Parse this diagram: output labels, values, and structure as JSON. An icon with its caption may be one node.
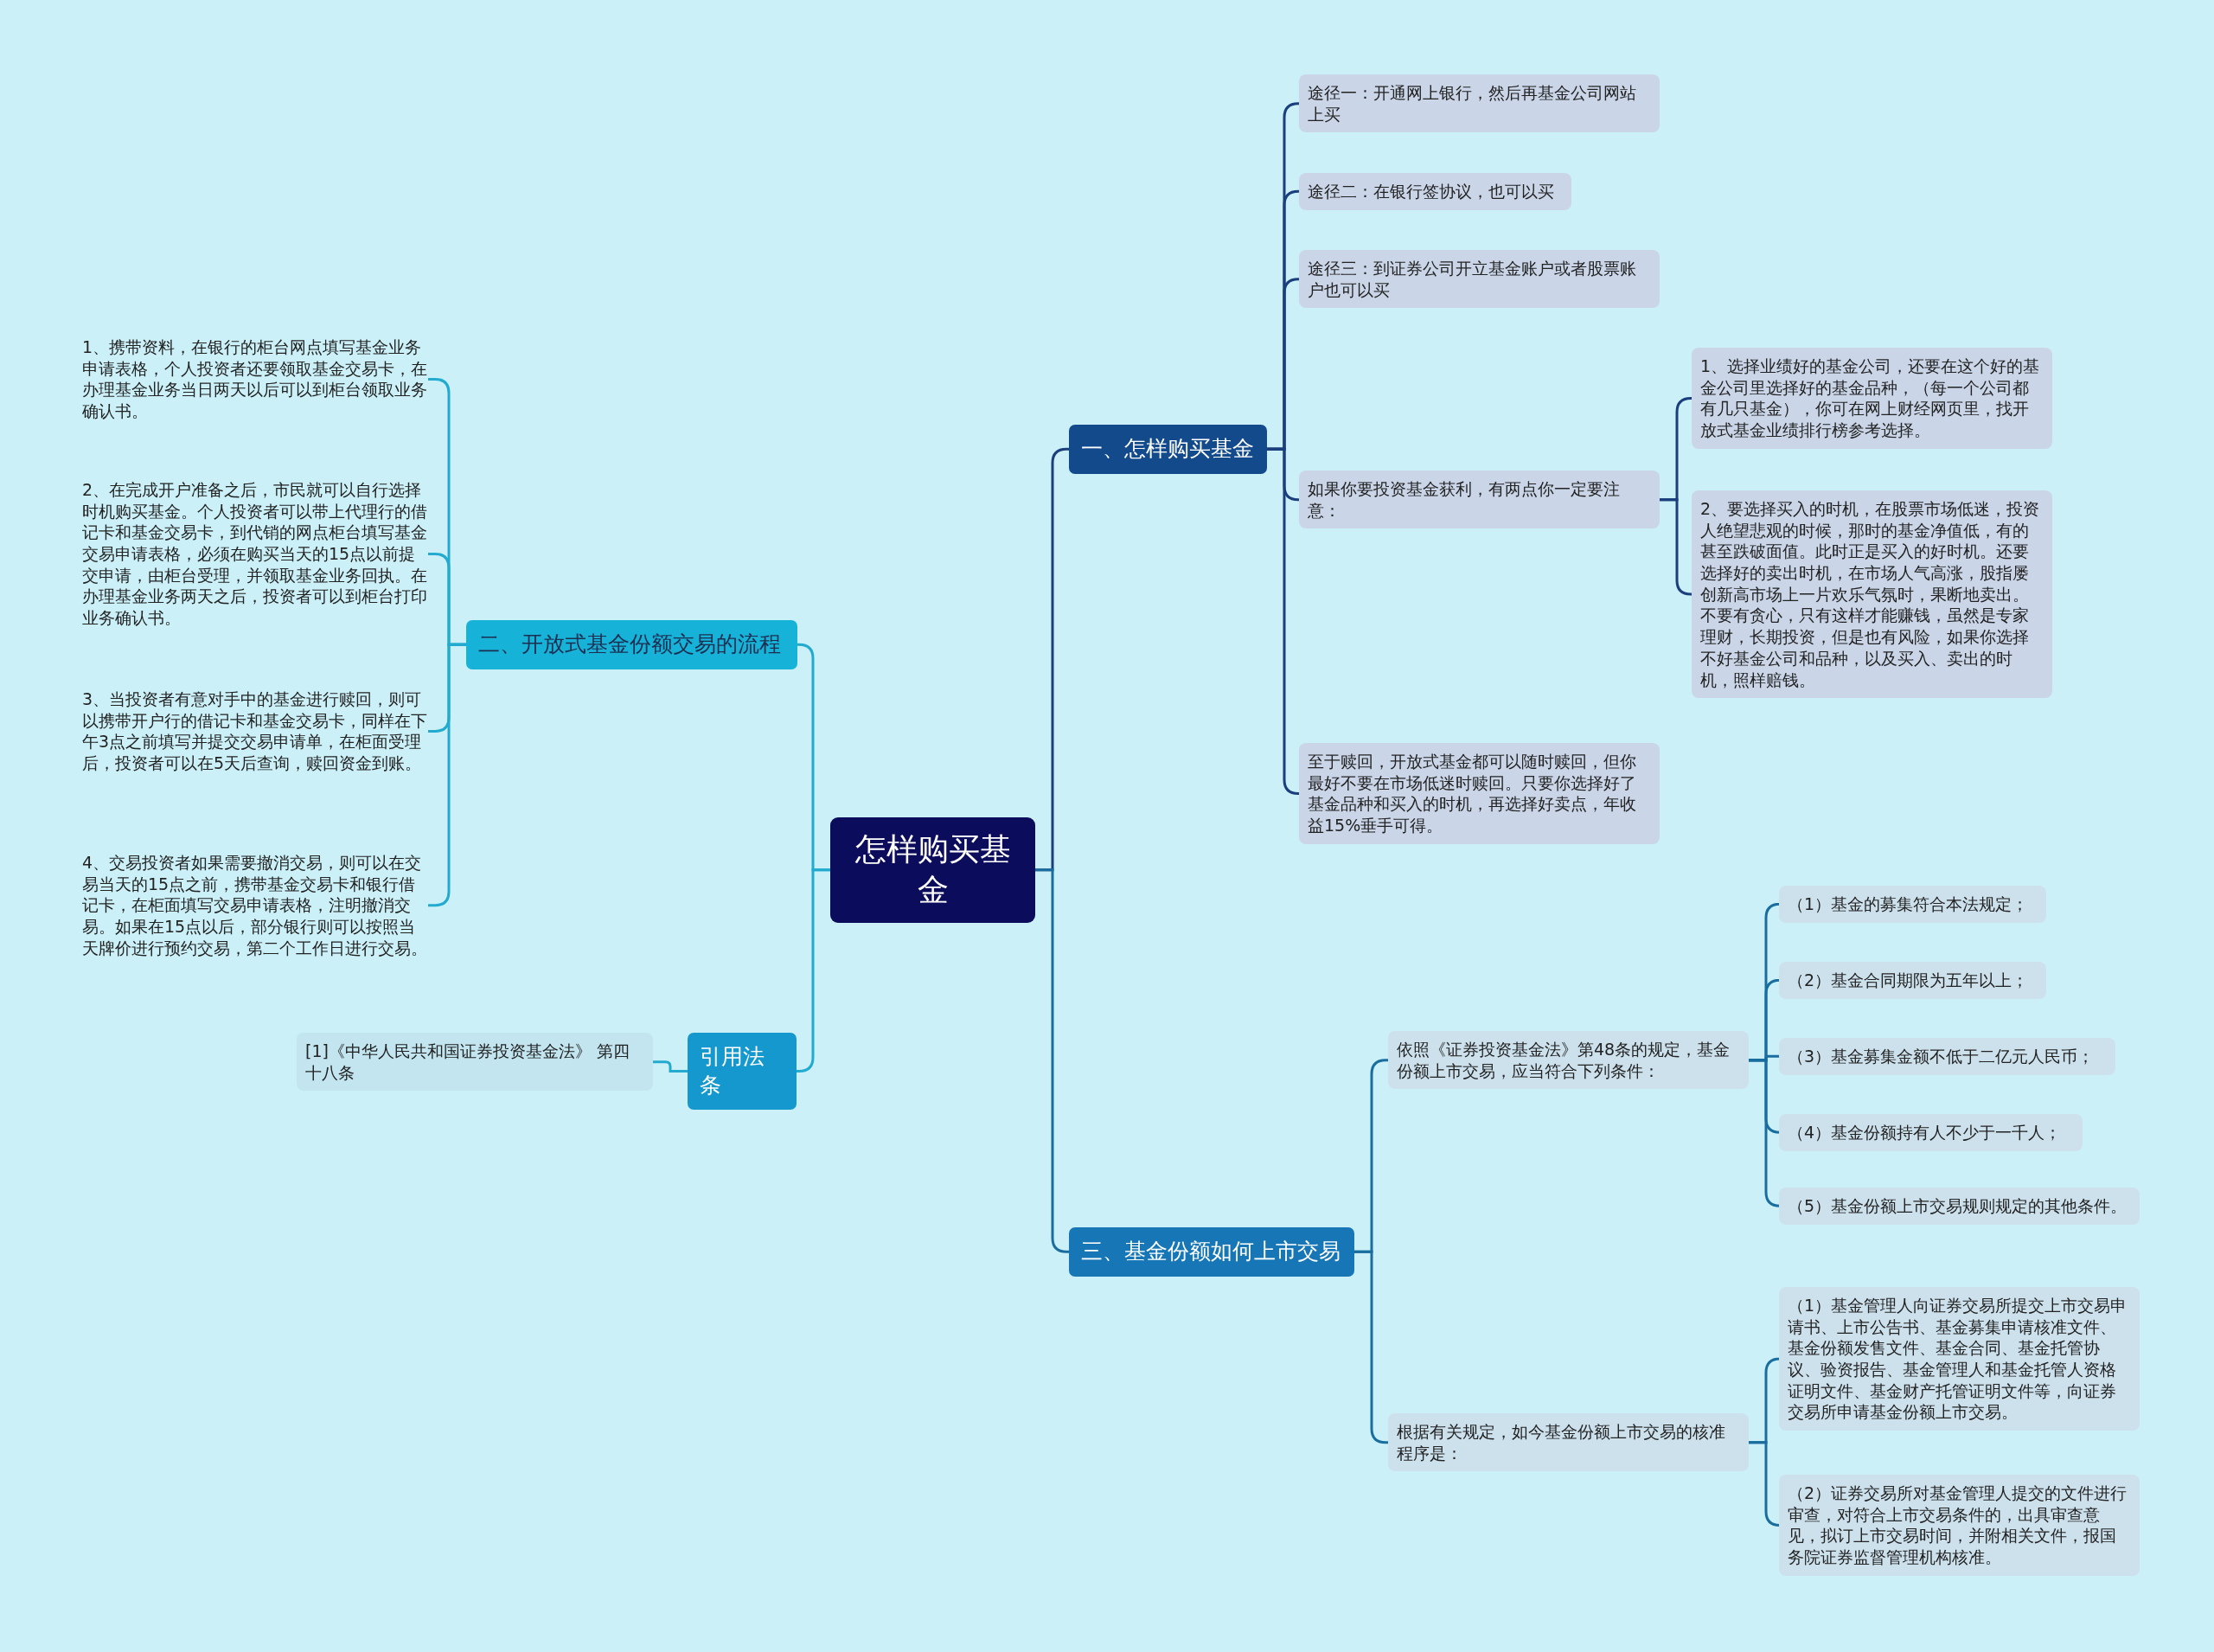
{
  "diagram": {
    "nodes": [
      {
        "text": [
          "怎样购买基金"
        ]
      },
      {
        "text": [
          "一、怎样购买基金"
        ]
      },
      {
        "text": [
          "途径一：开通网上银行，然后再基金公司网站上买"
        ]
      },
      {
        "text": [
          "途径二：在银行签协议，也可以买"
        ]
      },
      {
        "text": [
          "途径三：到证券公司开立基金账户或者股票账户也可以买"
        ]
      },
      {
        "text": [
          "如果你要投资基金获利，有两点你一定要注意："
        ]
      },
      {
        "text": [
          "1、选择业绩好的基金公司，还要在这个好的基金公司里选择好的基金品种，（每一个公司都有几只基金），你可在网上财经网页里，找开放式基金业绩排行榜参考选择。"
        ]
      },
      {
        "text": [
          "2、要选择买入的时机，在股票市场低迷，投资人绝望悲观的时候，那时的基金净值低，有的甚至跌破面值。此时正是买入的好时机。还要选择好的卖出时机，在市场人气高涨，股指屡创新高市场上一片欢乐气氛时，果断地卖出。不要有贪心，只有这样才能赚钱，虽然是专家理财，长期投资，但是也有风险，如果你选择不好基金公司和品种，以及买入、卖出的时机，照样赔钱。"
        ]
      },
      {
        "text": [
          "至于赎回，开放式基金都可以随时赎回，但你最好不要在市场低迷时赎回。只要你选择好了基金品种和买入的时机，再选择好卖点，年收益15%垂手可得。"
        ]
      },
      {
        "text": [
          "三、基金份额如何上市交易"
        ]
      },
      {
        "text": [
          "依照《证券投资基金法》第48条的规定，基金份额上市交易，应当符合下列条件："
        ]
      },
      {
        "text": [
          "（1）基金的募集符合本法规定；"
        ]
      },
      {
        "text": [
          "（2）基金合同期限为五年以上；"
        ]
      },
      {
        "text": [
          "（3）基金募集金额不低于二亿元人民币；"
        ]
      },
      {
        "text": [
          "（4）基金份额持有人不少于一千人；"
        ]
      },
      {
        "text": [
          "（5）基金份额上市交易规则规定的其他条件。"
        ]
      },
      {
        "text": [
          "根据有关规定，如今基金份额上市交易的核准程序是："
        ]
      },
      {
        "text": [
          "（1）基金管理人向证券交易所提交上市交易申请书、上市公告书、基金募集申请核准文件、基金份额发售文件、基金合同、基金托管协议、验资报告、基金管理人和基金托管人资格证明文件、基金财产托管证明文件等，向证券交易所申请基金份额上市交易。"
        ]
      },
      {
        "text": [
          "（2）证券交易所对基金管理人提交的文件进行审查，对符合上市交易条件的，出具审查意见，拟订上市交易时间，并附相关文件，报国务院证券监督管理机构核准。"
        ]
      },
      {
        "text": [
          "二、开放式基金份额交易的流程"
        ]
      },
      {
        "text": [
          "1、携带资料，在银行的柜台网点填写基金业务申请表格，个人投资者还要领取基金交易卡，在办理基金业务当日两天以后可以到柜台领取业务确认书。"
        ]
      },
      {
        "text": [
          "2、在完成开户准备之后，市民就可以自行选择时机购买基金。个人投资者可以带上代理行的借记卡和基金交易卡，到代销的网点柜台填写基金交易申请表格，必须在购买当天的15点以前提交申请，由柜台受理，并领取基金业务回执。在办理基金业务两天之后，投资者可以到柜台打印业务确认书。"
        ]
      },
      {
        "text": [
          "3、当投资者有意对手中的基金进行赎回，则可以携带开户行的借记卡和基金交易卡，同样在下午3点之前填写并提交交易申请单，在柜面受理后，投资者可以在5天后查询，赎回资金到账。"
        ]
      },
      {
        "text": [
          "4、交易投资者如果需要撤消交易，则可以在交易当天的15点之前，携带基金交易卡和银行借记卡，在柜面填写交易申请表格，注明撤消交易。如果在15点以后，部分银行则可以按照当天牌价进行预约交易，第二个工作日进行交易。"
        ]
      },
      {
        "text": [
          "引用法条"
        ]
      },
      {
        "text": [
          "[1]《中华人民共和国证券投资基金法》 第四十八条"
        ]
      }
    ],
    "edges": [
      {
        "from": 0,
        "to": 1,
        "arrow": "none",
        "color": "#1b3f7c"
      },
      {
        "from": 1,
        "to": 2,
        "arrow": "none",
        "color": "#1b3f7c"
      },
      {
        "from": 1,
        "to": 3,
        "arrow": "none",
        "color": "#1b3f7c"
      },
      {
        "from": 1,
        "to": 4,
        "arrow": "none",
        "color": "#1b3f7c"
      },
      {
        "from": 1,
        "to": 5,
        "arrow": "none",
        "color": "#1b3f7c"
      },
      {
        "from": 5,
        "to": 6,
        "arrow": "none",
        "color": "#1b3f7c"
      },
      {
        "from": 5,
        "to": 7,
        "arrow": "none",
        "color": "#1b3f7c"
      },
      {
        "from": 1,
        "to": 8,
        "arrow": "none",
        "color": "#1b3f7c"
      },
      {
        "from": 0,
        "to": 9,
        "arrow": "none"
      },
      {
        "from": 9,
        "to": 10,
        "arrow": "none"
      },
      {
        "from": 10,
        "to": 11,
        "arrow": "none"
      },
      {
        "from": 10,
        "to": 12,
        "arrow": "none"
      },
      {
        "from": 10,
        "to": 13,
        "arrow": "none"
      },
      {
        "from": 10,
        "to": 14,
        "arrow": "none"
      },
      {
        "from": 10,
        "to": 15,
        "arrow": "none"
      },
      {
        "from": 9,
        "to": 16,
        "arrow": "none"
      },
      {
        "from": 16,
        "to": 17,
        "arrow": "none"
      },
      {
        "from": 16,
        "to": 18,
        "arrow": "none"
      },
      {
        "from": 0,
        "to": 19,
        "arrow": "none",
        "color": "#22aacf"
      },
      {
        "from": 19,
        "to": 20,
        "arrow": "none",
        "color": "#22aacf"
      },
      {
        "from": 19,
        "to": 21,
        "arrow": "none",
        "color": "#22aacf"
      },
      {
        "from": 19,
        "to": 22,
        "arrow": "none",
        "color": "#22aacf"
      },
      {
        "from": 19,
        "to": 23,
        "arrow": "none",
        "color": "#22aacf"
      },
      {
        "from": 0,
        "to": 24,
        "arrow": "none",
        "color": "#22aacf"
      },
      {
        "from": 24,
        "to": 25,
        "arrow": "none",
        "color": "#22aacf"
      }
    ]
  }
}
